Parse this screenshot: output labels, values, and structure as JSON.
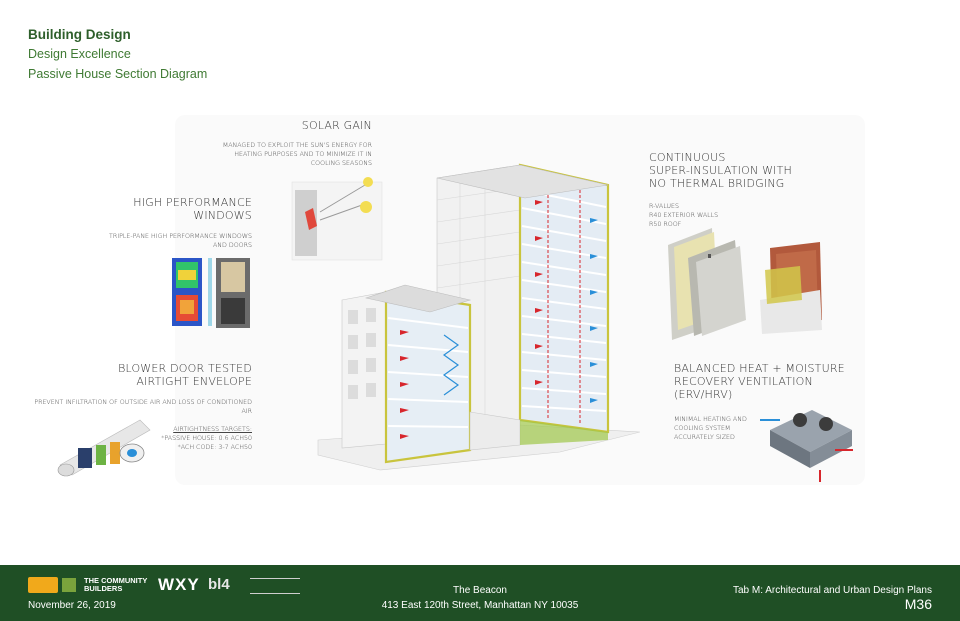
{
  "header": {
    "title": "Building Design",
    "subtitle1": "Design Excellence",
    "subtitle2": "Passive House Section Diagram"
  },
  "callouts": {
    "solar_gain": {
      "heading": "SOLAR GAIN",
      "text1": "MANAGED TO EXPLOIT THE SUN'S ENERGY FOR",
      "text2": "HEATING PURPOSES AND TO MINIMIZE IT IN",
      "text3": "COOLING SEASONS"
    },
    "windows": {
      "heading1": "HIGH PERFORMANCE",
      "heading2": "WINDOWS",
      "text1": "TRIPLE-PANE HIGH PERFORMANCE WINDOWS",
      "text2": "AND DOORS"
    },
    "insulation": {
      "heading1": "CONTINUOUS",
      "heading2": "SUPER-INSULATION WITH",
      "heading3": "NO THERMAL BRIDGING",
      "text1": "R-VALUES",
      "text2": "R40 EXTERIOR WALLS",
      "text3": "R50 ROOF"
    },
    "blower": {
      "heading1": "BLOWER DOOR TESTED",
      "heading2": "AIRTIGHT ENVELOPE",
      "text1": "PREVENT INFILTRATION OF OUTSIDE AIR AND LOSS OF CONDITIONED",
      "text2": "AIR",
      "text3": "AIRTIGHTNESS TARGETS:",
      "text4": "*PASSIVE HOUSE: 0.6 ACH50",
      "text5": "*ACH CODE: 3-7 ACH50"
    },
    "ventilation": {
      "heading1": "BALANCED HEAT + MOISTURE",
      "heading2": "RECOVERY VENTILATION",
      "heading3": "(ERV/HRV)",
      "text1": "MINIMAL HEATING AND",
      "text2": "COOLING SYSTEM",
      "text3": "ACCURATELY SIZED"
    }
  },
  "footer": {
    "date": "November 26, 2019",
    "project": "The Beacon",
    "address": "413 East 120th Street, Manhattan NY 10035",
    "tab": "Tab M: Architectural and Urban Design Plans",
    "page": "M36",
    "logo_wxy": "WXY",
    "logo_b4": "bl4",
    "logo_community1": "THE COMMUNITY",
    "logo_community2": "BUILDERS"
  },
  "colors": {
    "brand_green": "#1f4f25",
    "header_green": "#2e5f2b",
    "warm_arrow": "#d7262c",
    "cool_arrow": "#2a8fd8",
    "insulation_yellow": "#c9c34a"
  }
}
